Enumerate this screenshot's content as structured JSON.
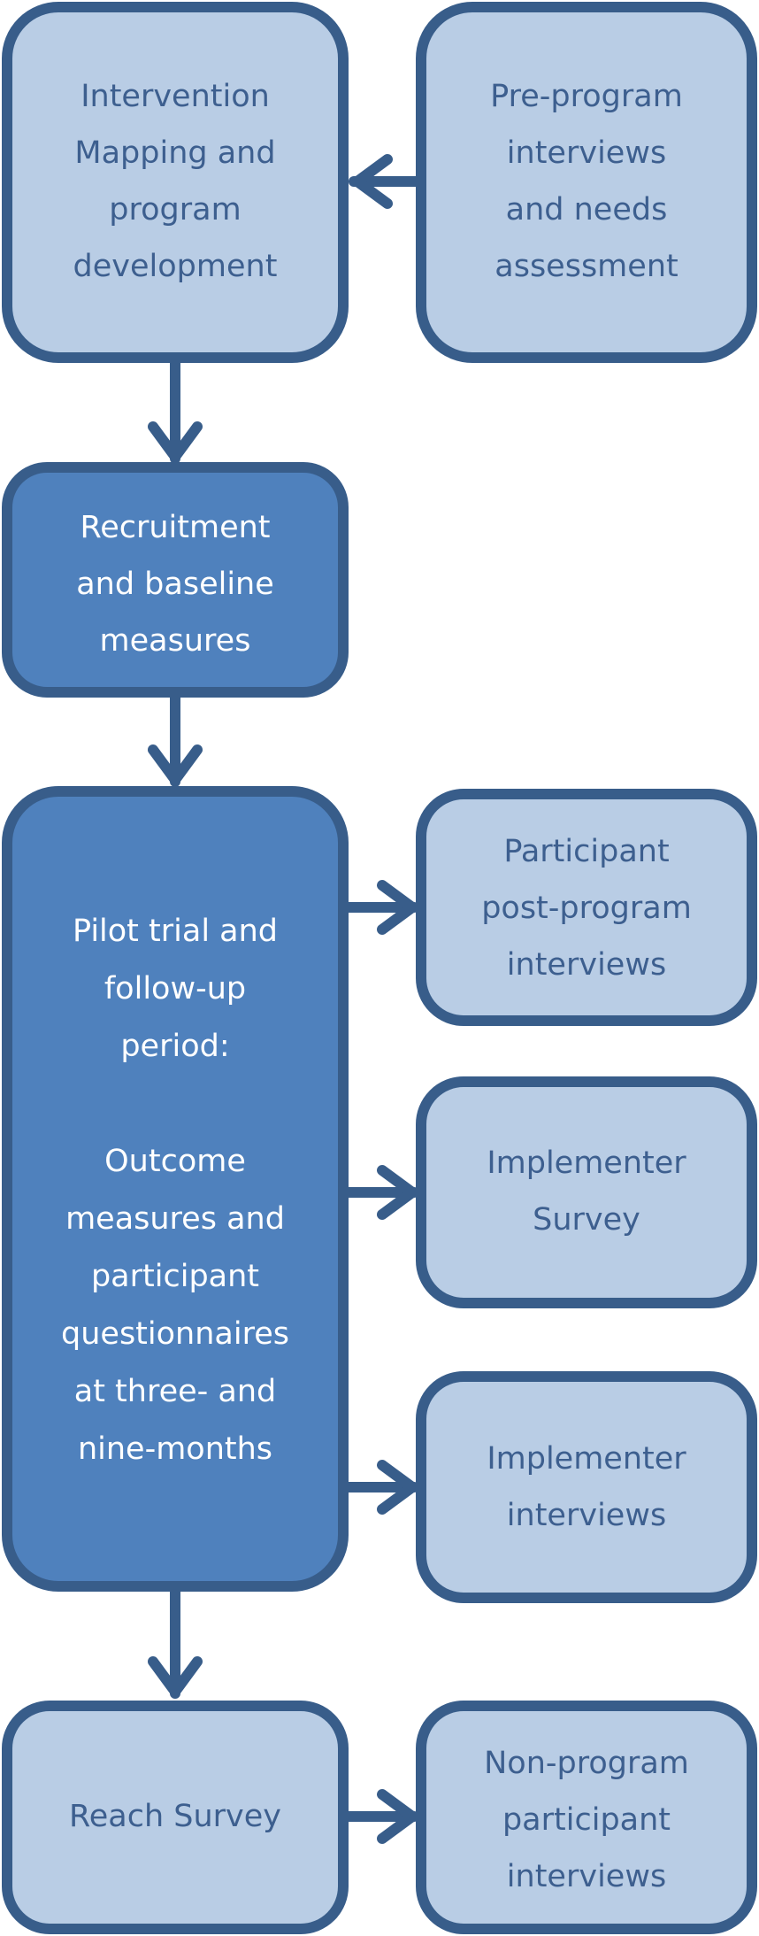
{
  "colors": {
    "light_fill": "#b9cde5",
    "dark_fill": "#4f81bd",
    "border": "#385d8a",
    "dark_text": "#3d5f8f",
    "light_text": "#ffffff"
  },
  "nodes": {
    "intervention_mapping": {
      "lines": [
        "Intervention",
        "Mapping and",
        "program",
        "development"
      ]
    },
    "pre_program": {
      "lines": [
        "Pre-program",
        "interviews",
        "and needs",
        "assessment"
      ]
    },
    "recruitment": {
      "lines": [
        "Recruitment",
        "and baseline",
        "measures"
      ]
    },
    "pilot_trial": {
      "lines": [
        "Pilot trial and",
        "follow-up",
        "period:",
        "",
        "Outcome",
        "measures and",
        "participant",
        "questionnaires",
        "at three- and",
        "nine-months"
      ]
    },
    "participant_post": {
      "lines": [
        "Participant",
        "post-program",
        "interviews"
      ]
    },
    "implementer_survey": {
      "lines": [
        "Implementer",
        "Survey"
      ]
    },
    "implementer_interviews": {
      "lines": [
        "Implementer",
        "interviews"
      ]
    },
    "reach_survey": {
      "lines": [
        "Reach Survey"
      ]
    },
    "non_program": {
      "lines": [
        "Non-program",
        "participant",
        "interviews"
      ]
    }
  }
}
